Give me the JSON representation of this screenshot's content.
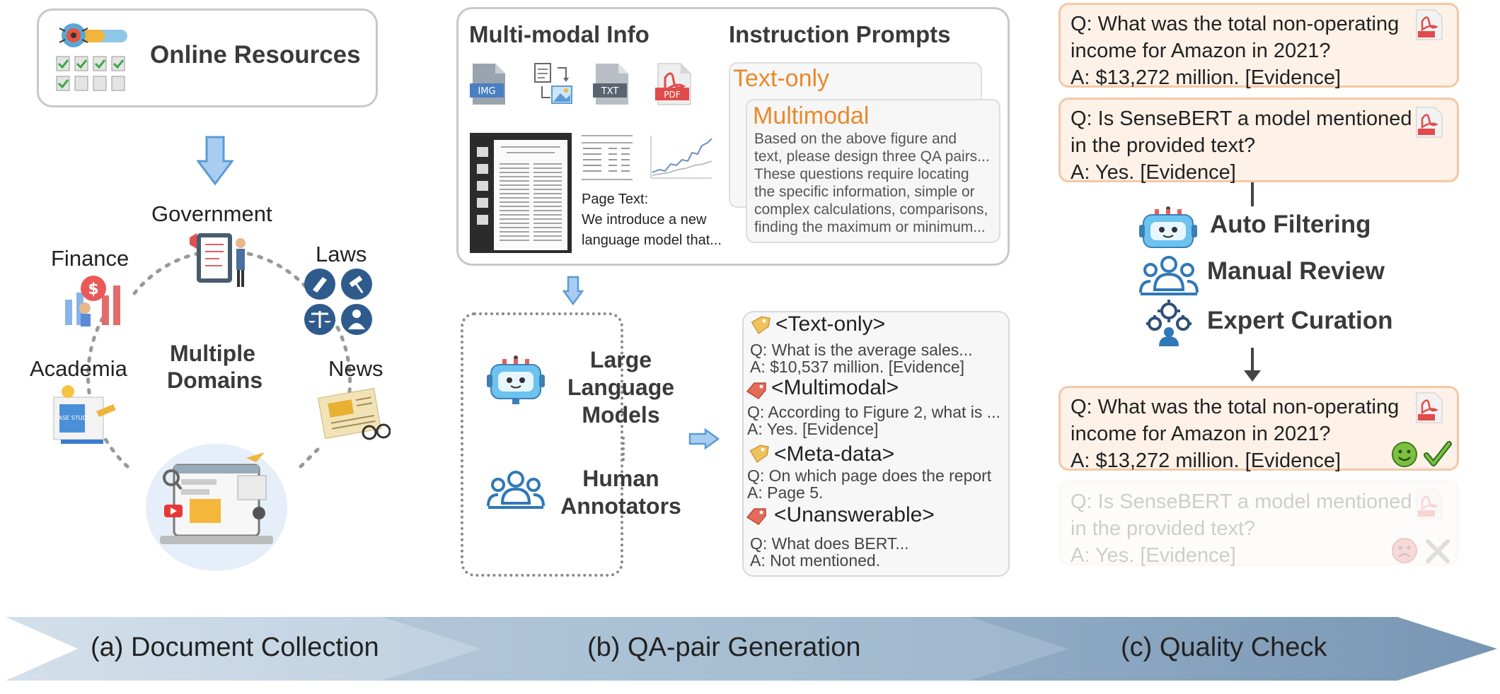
{
  "section_a": {
    "resources_title": "Online Resources",
    "center_label_1": "Multiple",
    "center_label_2": "Domains",
    "domains": {
      "government": "Government",
      "finance": "Finance",
      "laws": "Laws",
      "academia": "Academia",
      "news": "News"
    },
    "academia_badge": "CASE STUDY"
  },
  "section_b": {
    "multimodal_title": "Multi-modal Info",
    "prompts_title": "Instruction Prompts",
    "file_types": [
      "IMG",
      "TXT",
      "PDF"
    ],
    "page_text_lines": [
      "Page Text:",
      "We introduce a new",
      "language model that..."
    ],
    "text_only_label": "Text-only",
    "multimodal_label": "Multimodal",
    "multimodal_prompt_lines": [
      "Based on the above figure and",
      "text, please design three QA pairs...",
      "These questions require locating",
      "the specific information, simple or",
      "complex calculations, comparisons,",
      "finding the maximum or minimum..."
    ],
    "llm_label": [
      "Large",
      "Language",
      "Models"
    ],
    "human_label": [
      "Human",
      "Annotators"
    ],
    "examples": [
      {
        "tag": "<Text-only>",
        "q": "Q: What is the average sales...",
        "a": "A: $10,537 million. [Evidence]"
      },
      {
        "tag": "<Multimodal>",
        "q": "Q: According to Figure 2, what is ...",
        "a": "A: Yes. [Evidence]"
      },
      {
        "tag": "<Meta-data>",
        "q": "Q: On which page does the report",
        "a": "A: Page 5."
      },
      {
        "tag": "<Unanswerable>",
        "q": "Q: What does BERT...",
        "a": "A: Not mentioned."
      }
    ]
  },
  "section_c": {
    "qa_cards_top": [
      {
        "q1": "Q: What was the total non-operating",
        "q2": "income for Amazon in 2021?",
        "a": "A: $13,272 million. [Evidence]"
      },
      {
        "q1": "Q: Is SenseBERT a model mentioned",
        "q2": "in the provided text?",
        "a": "A: Yes. [Evidence]"
      }
    ],
    "checks": [
      "Auto Filtering",
      "Manual Review",
      "Expert Curation"
    ],
    "qa_cards_bottom": [
      {
        "q1": "Q: What was the total non-operating",
        "q2": "income for Amazon in 2021?",
        "a": "A: $13,272 million. [Evidence]",
        "status": "accepted"
      },
      {
        "q1": "Q: Is SenseBERT a model mentioned",
        "q2": "in the provided text?",
        "a": "A: Yes. [Evidence]",
        "status": "rejected"
      }
    ]
  },
  "banner": {
    "stage_a": "(a) Document Collection",
    "stage_b": "(b) QA-pair Generation",
    "stage_c": "(c) Quality Check"
  },
  "colors": {
    "accent_blue": "#5b9bd5",
    "orange": "#e8892b",
    "card_bg": "#fdf1e8",
    "banner_light": "#c7d6e4",
    "banner_dark": "#7d9bba"
  }
}
